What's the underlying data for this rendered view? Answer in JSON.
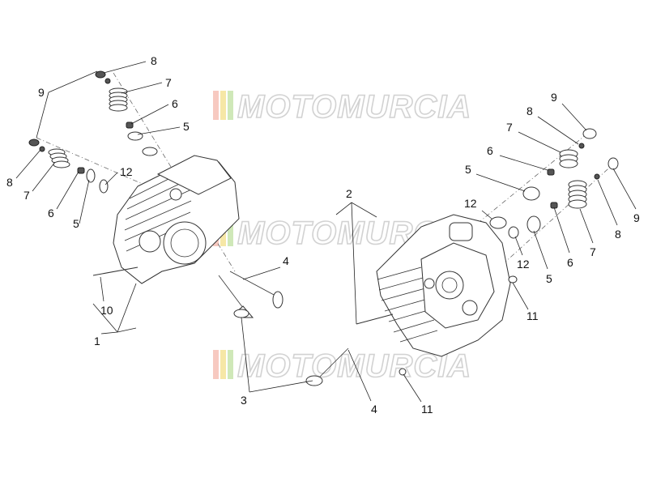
{
  "watermark": {
    "text": "MOTOMURCIA",
    "stripe_colors": [
      "#f7c9c0",
      "#f6e7a6",
      "#cfe8b8"
    ]
  },
  "callouts": {
    "left_8_top": "8",
    "left_9": "9",
    "left_7_top": "7",
    "left_6_top": "6",
    "left_5_top": "5",
    "left_8_low": "8",
    "left_7_low": "7",
    "left_6_low": "6",
    "left_5_low": "5",
    "left_12": "12",
    "left_10": "10",
    "left_1": "1",
    "left_4": "4",
    "left_3": "3",
    "mid_2": "2",
    "mid_4": "4",
    "mid_11": "11",
    "right_9_a": "9",
    "right_8_a": "8",
    "right_7_a": "7",
    "right_6_a": "6",
    "right_5_a": "5",
    "right_12_a": "12",
    "right_9_b": "9",
    "right_8_b": "8",
    "right_7_b": "7",
    "right_6_b": "6",
    "right_12_b": "12",
    "right_5_b": "5",
    "right_11": "11"
  }
}
